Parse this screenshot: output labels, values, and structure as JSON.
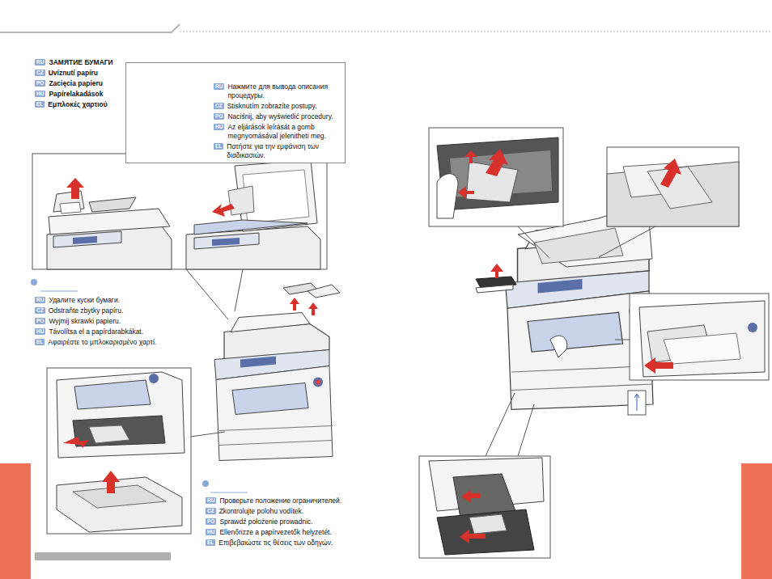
{
  "diagram": {
    "nodes": [
      {
        "text": [
          "RU",
          "Нажмите для вывода описания процедуры.",
          "CZ",
          "Stisknutím zobrazíte postupy.",
          "PO",
          "Naciśnij, aby wyświetlić procedury.",
          "HU",
          "Az eljárások leírását a gomb megnyomásával jelenitheti meg.",
          "EL",
          "Πατήστε για την εμφάνιση των διαδικασιών."
        ]
      }
    ],
    "labels": [
      "RU",
      "ЗАМЯТИЕ БУМАГИ",
      "CZ",
      "Uvíznutí papíru",
      "PO",
      "Zacięcia papieru",
      "HU",
      "Papírelakadások",
      "EL",
      "Εμπλοκές χαρτιού",
      "?",
      "RU",
      "Удалите куски бумаги.",
      "CZ",
      "Odstraňte zbytky papíru.",
      "PO",
      "Wyjmij skrawki papieru.",
      "HU",
      "Távolítsa el a papírdarabkákat.",
      "EL",
      "Αφαιρέστε το μπλοκαρισμένο χαρτί.",
      "RU",
      "Проверьте положение ограничителей.",
      "CZ",
      "Zkontrolujte polohu vodítek.",
      "PO",
      "Sprawdź położenie prowadnic.",
      "HU",
      "Ellenőrizze a papírvezetők helyzetét.",
      "EL",
      "Επιβεβαιώστε τις θέσεις των οδηγών."
    ]
  }
}
